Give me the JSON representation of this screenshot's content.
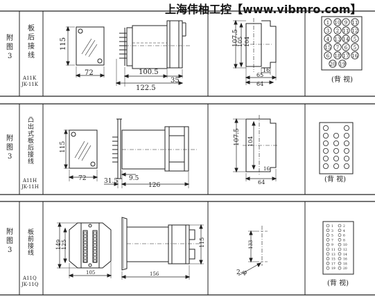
{
  "watermark": "上海伟柚工控【www.vibmro.com】",
  "sections": [
    {
      "fig_label": [
        "附",
        "图",
        "3"
      ],
      "mount_label": [
        "板",
        "后",
        "接",
        "线"
      ],
      "model_codes": [
        "A11K",
        "JK-11K"
      ],
      "dims_front": [
        "115",
        "72"
      ],
      "dims_side": [
        "100.5",
        "35",
        "122.5"
      ],
      "dims_cutout": [
        "107.5",
        "105",
        "104",
        "16",
        "65",
        "64"
      ],
      "terminals": [
        "1",
        "2",
        "3",
        "4",
        "5",
        "6",
        "7",
        "8",
        "9",
        "10",
        "11",
        "12",
        "13",
        "14",
        "15",
        "16",
        "17",
        "18",
        "19",
        "20"
      ],
      "rear_view_label": "(背 视)"
    },
    {
      "fig_label": [
        "附",
        "图",
        "3"
      ],
      "mount_label": [
        "凸",
        "出",
        "式",
        "板",
        "后",
        "接",
        "线"
      ],
      "model_codes": [
        "A11H",
        "JK-11H"
      ],
      "dims_front": [
        "115",
        "72"
      ],
      "dims_side": [
        "31.5",
        "9.5",
        "126"
      ],
      "dims_cutout": [
        "107.5",
        "104",
        "64",
        "16"
      ],
      "rear_view_label": "(背 视)"
    },
    {
      "fig_label": [
        "附",
        "图",
        "3"
      ],
      "mount_label": [
        "板",
        "前",
        "接",
        "线"
      ],
      "model_codes": [
        "A11Q",
        "JK-11Q"
      ],
      "dims_front": [
        "149",
        "125",
        "105"
      ],
      "dims_side": [
        "115",
        "156"
      ],
      "dims_cutout": [
        "133",
        "2-φ"
      ],
      "terminals": [
        "1",
        "2",
        "3",
        "4",
        "5",
        "6",
        "7",
        "8",
        "9",
        "10",
        "11",
        "12",
        "13",
        "14",
        "15",
        "16",
        "17",
        "18",
        "19",
        "20"
      ],
      "rear_view_label": "(背 视)"
    }
  ]
}
